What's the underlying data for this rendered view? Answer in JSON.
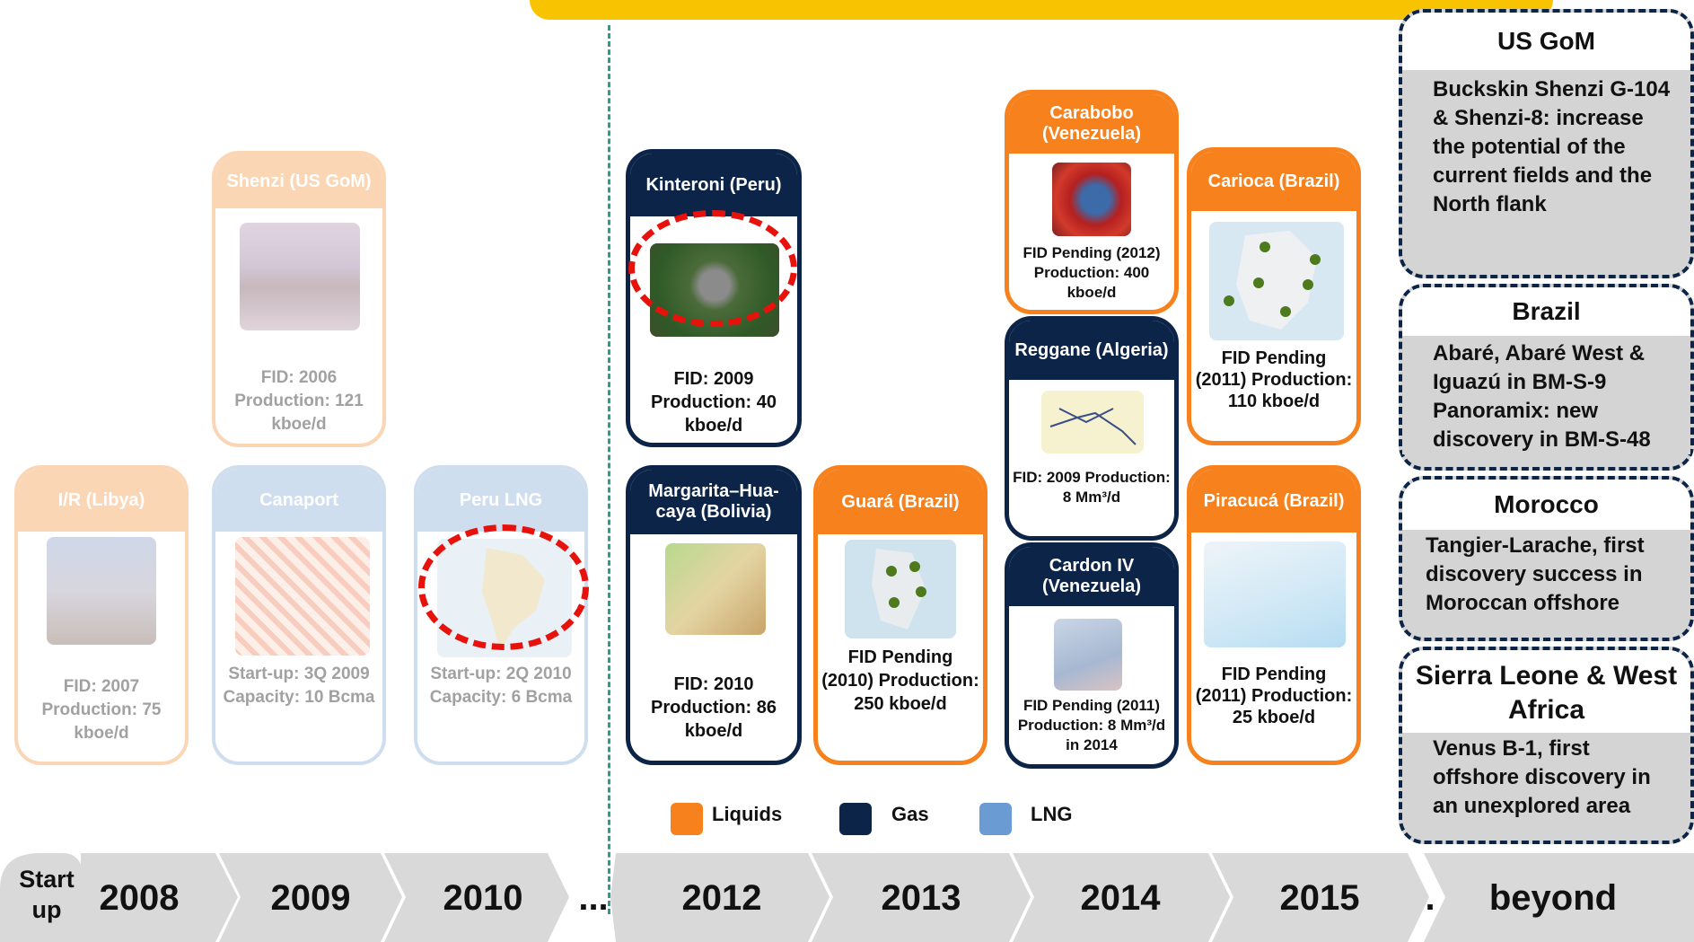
{
  "timeline": {
    "start_label": "Start up",
    "years": [
      "2008",
      "2009",
      "2010",
      "...",
      "2012",
      "2013",
      "2014",
      "2015",
      ".",
      "beyond"
    ]
  },
  "projects_faded": [
    {
      "title": "Shenzi (US GoM)",
      "text": "FID: 2006 Production: 121 kboe/d",
      "type": "Liquids"
    },
    {
      "title": "I/R (Libya)",
      "text": "FID: 2007 Production: 75 kboe/d",
      "type": "Liquids"
    },
    {
      "title": "Canaport",
      "text": "Start-up: 3Q 2009 Capacity: 10 Bcma",
      "type": "LNG"
    },
    {
      "title": "Peru LNG",
      "text": "Start-up: 2Q 2010 Capacity: 6 Bcma",
      "type": "LNG"
    }
  ],
  "projects": [
    {
      "title": "Kinteroni (Peru)",
      "text": "FID: 2009 Production: 40 kboe/d",
      "type": "Gas"
    },
    {
      "title": "Margarita–Hua-caya (Bolivia)",
      "text": "FID: 2010 Production: 86 kboe/d",
      "type": "Gas"
    },
    {
      "title": "Guará (Brazil)",
      "text": "FID Pending (2010) Production: 250 kboe/d",
      "type": "Liquids"
    },
    {
      "title": "Carabobo (Venezuela)",
      "text": "FID Pending (2012) Production: 400 kboe/d",
      "type": "Liquids"
    },
    {
      "title": "Reggane (Algeria)",
      "text": "FID: 2009 Production: 8 Mm³/d",
      "type": "Gas"
    },
    {
      "title": "Cardon IV (Venezuela)",
      "text": "FID Pending (2011) Production: 8 Mm³/d in 2014",
      "type": "Gas"
    },
    {
      "title": "Carioca (Brazil)",
      "text": "FID Pending (2011) Production: 110 kboe/d",
      "type": "Liquids"
    },
    {
      "title": "Piracucá (Brazil)",
      "text": "FID Pending (2011) Production: 25 kboe/d",
      "type": "Liquids"
    }
  ],
  "legend": [
    {
      "label": "Liquids",
      "color": "#f7811d"
    },
    {
      "label": "Gas",
      "color": "#0b2447"
    },
    {
      "label": "LNG",
      "color": "#6a9bd2"
    }
  ],
  "beyond": [
    {
      "title": "US GoM",
      "text": "Buckskin Shenzi G-104 & Shenzi-8: increase the potential of the current fields and the North flank"
    },
    {
      "title": "Brazil",
      "text": "Abaré, Abaré West & Iguazú in BM-S-9 Panoramix: new discovery in BM-S-48"
    },
    {
      "title": "Morocco",
      "text": "Tangier-Larache, first discovery success in Moroccan offshore"
    },
    {
      "title": "Sierra Leone & West Africa",
      "text": "Venus B-1, first offshore discovery in an unexplored area"
    }
  ]
}
